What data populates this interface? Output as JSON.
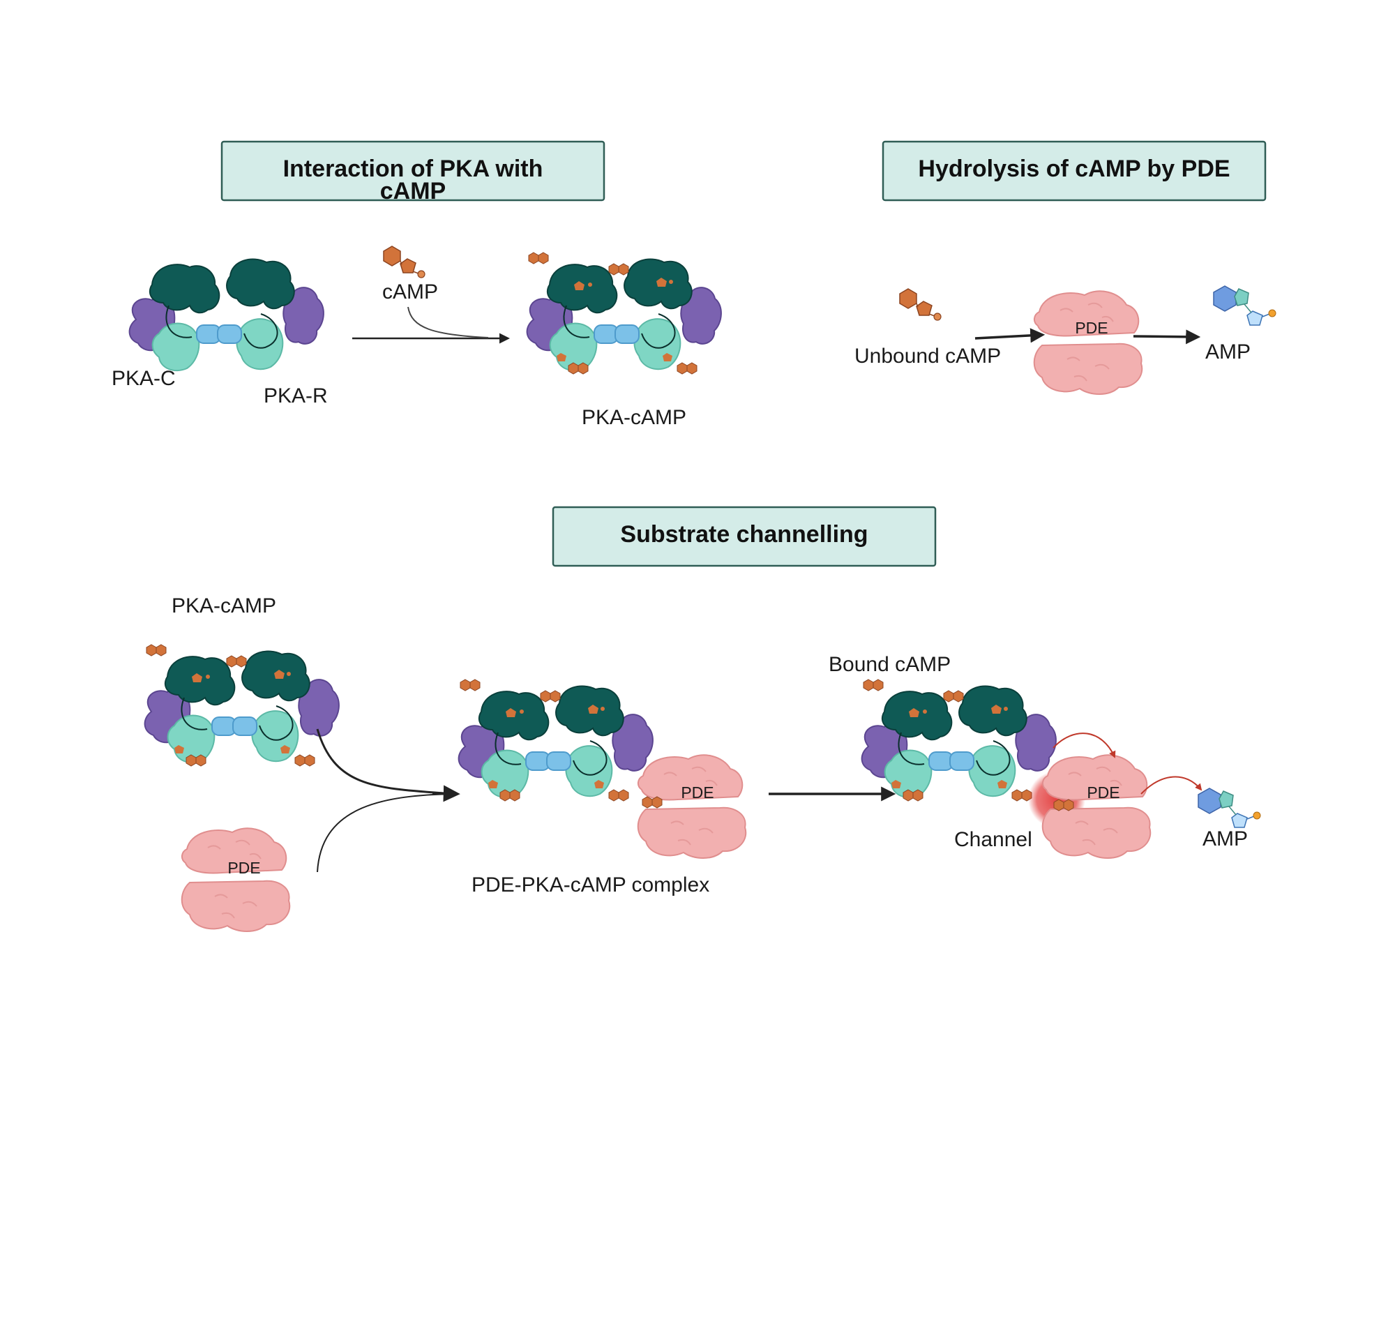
{
  "colors": {
    "title_fill": "#d4ece8",
    "title_stroke": "#2f5d55",
    "pka_c_dark": "#0f5a55",
    "pka_r_light": "#7fd6c4",
    "pka_purple": "#7b62b0",
    "linker_blue": "#7cc1e8",
    "camp_orange": "#d2733a",
    "pde_pink": "#f0aeae",
    "amp_blue": "#6f9ce0",
    "amp_teal": "#7ccfc3",
    "channel_red": "#e23b3b",
    "arrow": "#222222"
  },
  "panel1": {
    "title": "Interaction of PKA with cAMP",
    "title_line1": "Interaction of PKA with",
    "title_line2": "cAMP",
    "pka_c_label": "PKA-C",
    "pka_r_label": "PKA-R",
    "camp_label": "cAMP",
    "product_label": "PKA-cAMP"
  },
  "panel2": {
    "title": "Hydrolysis of cAMP by PDE",
    "substrate_label": "Unbound cAMP",
    "enzyme_label": "PDE",
    "product_label": "AMP"
  },
  "panel3": {
    "title": "Substrate channelling",
    "pka_camp_label": "PKA-cAMP",
    "pde_label": "PDE",
    "complex_label": "PDE-PKA-cAMP complex",
    "complex_pde_label": "PDE",
    "bound_label": "Bound cAMP",
    "channel_label": "Channel",
    "channel_pde_label": "PDE",
    "product_label": "AMP"
  }
}
